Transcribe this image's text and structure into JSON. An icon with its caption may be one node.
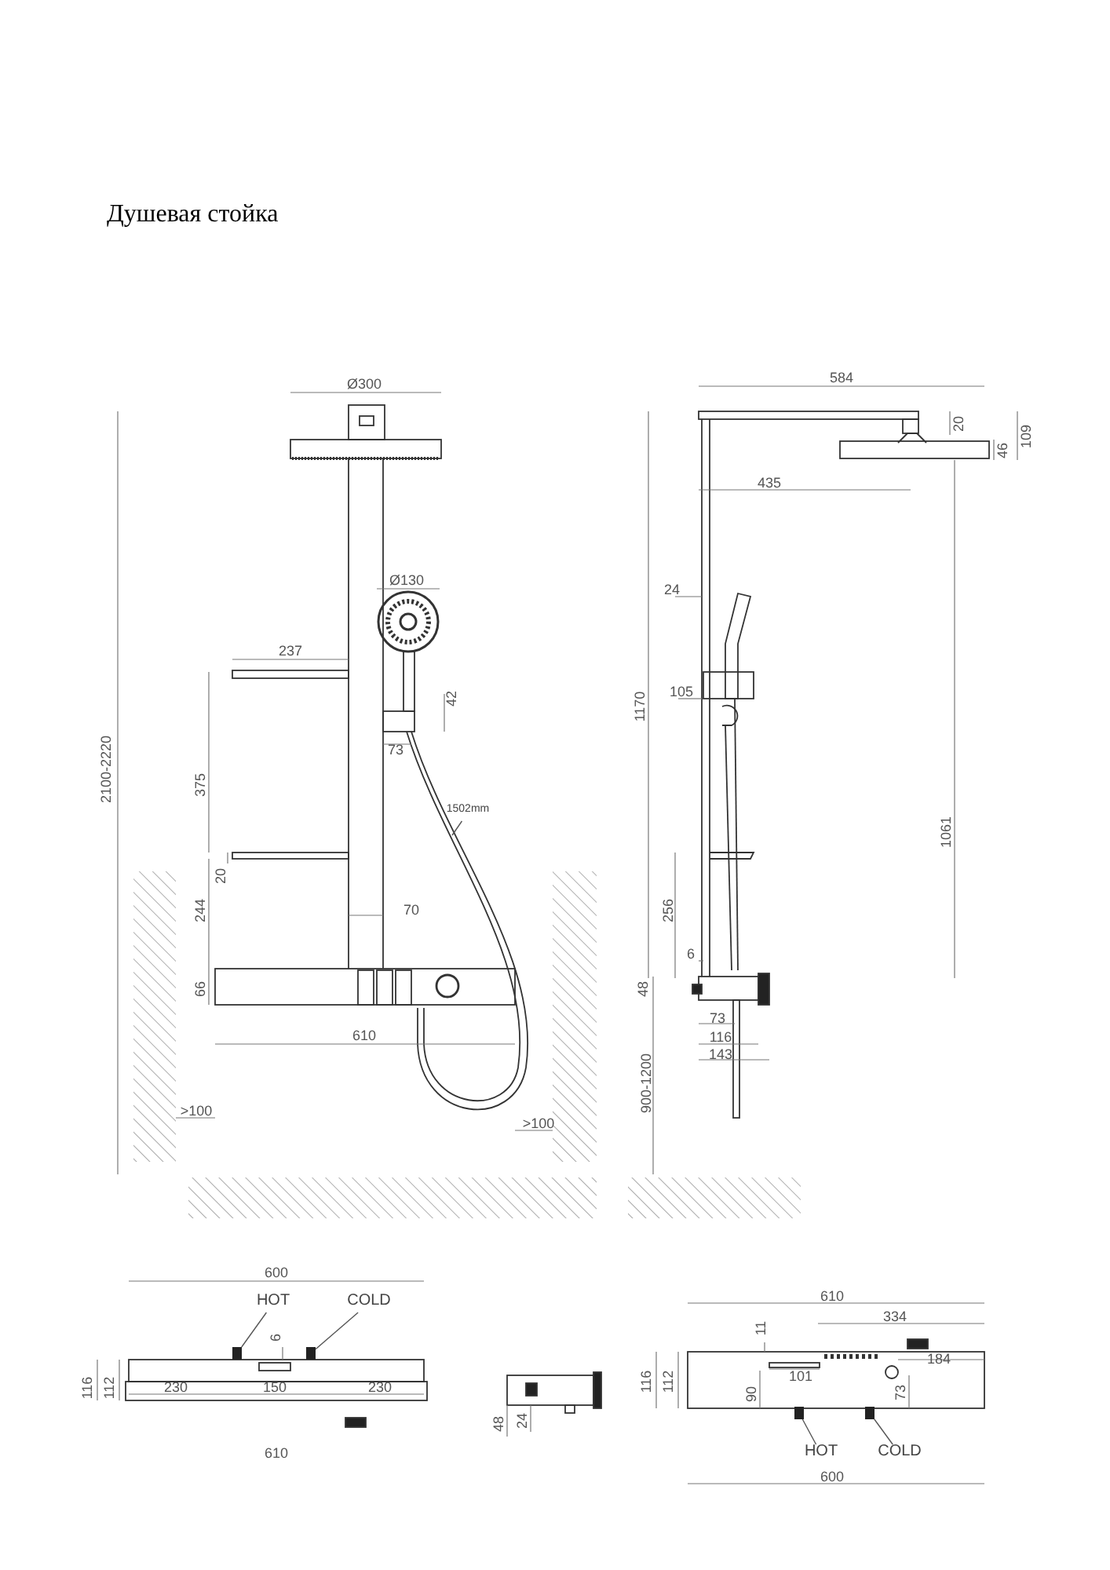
{
  "diagram": {
    "title": "Душевая стойка",
    "nodes": [
      {
        "text": [
          "1502mm"
        ]
      },
      {
        "text": [
          "HOT"
        ]
      },
      {
        "text": [],
        "shape": "box"
      },
      {
        "text": [
          "COLD"
        ]
      },
      {
        "text": [],
        "shape": "box"
      },
      {
        "text": [],
        "shape": "box"
      },
      {
        "text": [
          "HOT"
        ]
      },
      {
        "text": [],
        "shape": "box"
      },
      {
        "text": [
          "COLD"
        ]
      }
    ],
    "edges": [
      {
        "from": 0,
        "to": null,
        "arrow": "none"
      },
      {
        "from": 1,
        "to": 2,
        "arrow": "none"
      },
      {
        "from": 3,
        "to": 4,
        "arrow": "none"
      },
      {
        "from": 6,
        "to": 5,
        "arrow": "none"
      },
      {
        "from": 8,
        "to": 7,
        "arrow": "none"
      }
    ],
    "labels": [
      "Ø300",
      "584",
      "20",
      "109",
      "46",
      "435",
      "Ø130",
      "24",
      "237",
      "42",
      "73",
      "1170",
      "105",
      "375",
      "1061",
      "2100-2220",
      "20",
      "244",
      "70",
      "256",
      "6",
      "66",
      "48",
      "73",
      "116",
      "143",
      "610",
      "900-1200",
      ">100",
      ">100",
      "600",
      "6",
      "116",
      "112",
      "230",
      "150",
      "230",
      "610",
      "48",
      "24",
      "610",
      "334",
      "11",
      "184",
      "101",
      "116",
      "112",
      "90",
      "73",
      "600"
    ]
  }
}
